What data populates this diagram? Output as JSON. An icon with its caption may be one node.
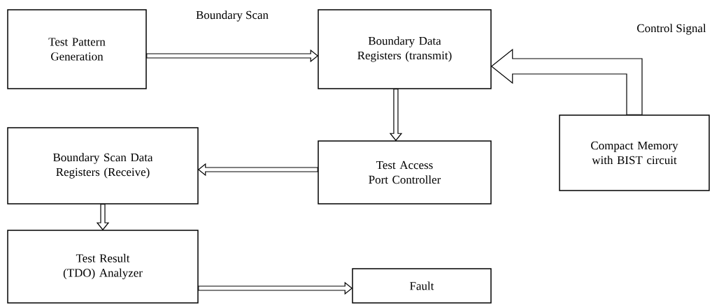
{
  "diagram": {
    "nodes": [
      {
        "text": [
          "Test Pattern Generation"
        ]
      },
      {
        "text": [
          "Boundary Data Registers (transmit)"
        ]
      },
      {
        "text": [
          "Compact Memory with BIST circuit"
        ]
      },
      {
        "text": [
          "Boundary Scan Data Registers (Receive)"
        ]
      },
      {
        "text": [
          "Test Access Port Controller"
        ]
      },
      {
        "text": [
          "Test Result (TDO) Analyzer"
        ]
      },
      {
        "text": [
          "Fault"
        ]
      }
    ],
    "edges": [
      {
        "from": 0,
        "to": 1,
        "arrow": "to"
      },
      {
        "from": 2,
        "to": 1,
        "arrow": "to",
        "style": "thick"
      },
      {
        "from": 1,
        "to": 4,
        "arrow": "to"
      },
      {
        "from": 4,
        "to": 3,
        "arrow": "to"
      },
      {
        "from": 3,
        "to": 5,
        "arrow": "to"
      },
      {
        "from": 5,
        "to": 6,
        "arrow": "to"
      }
    ],
    "labels": [
      "Boundary Scan",
      "Control Signal"
    ]
  }
}
